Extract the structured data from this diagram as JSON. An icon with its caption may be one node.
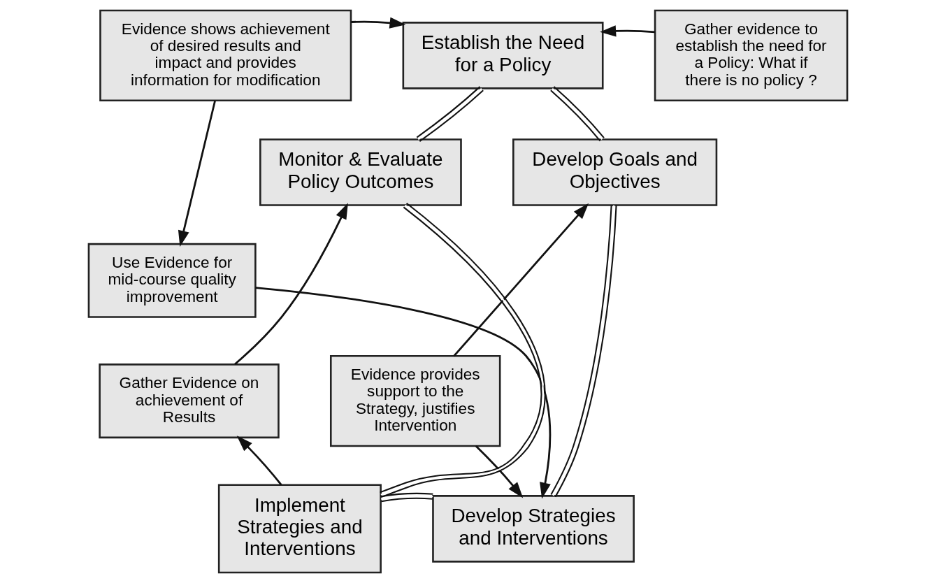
{
  "diagram": {
    "nodes": [
      {
        "text": [
          "Establish the Need for a Policy"
        ]
      },
      {
        "text": [
          "Develop Goals and Objectives"
        ]
      },
      {
        "text": [
          "Develop Strategies and Interventions"
        ]
      },
      {
        "text": [
          "Implement Strategies and Interventions"
        ]
      },
      {
        "text": [
          "Monitor & Evaluate Policy Outcomes"
        ]
      },
      {
        "text": [
          "Evidence shows achievement of desired results and impact and provides information for modification"
        ]
      },
      {
        "text": [
          "Gather evidence to establish the need for a Policy: What if there is no policy ?"
        ]
      },
      {
        "text": [
          "Use Evidence for mid-course quality improvement"
        ]
      },
      {
        "text": [
          "Evidence provides support to the Strategy, justifies Intervention"
        ]
      },
      {
        "text": [
          "Gather Evidence on achievement of Results"
        ]
      }
    ],
    "edges": [
      {
        "from": 0,
        "to": 1,
        "arrow": "none"
      },
      {
        "from": 1,
        "to": 2,
        "arrow": "none"
      },
      {
        "from": 2,
        "to": 3,
        "arrow": "none"
      },
      {
        "from": 3,
        "to": 4,
        "arrow": "none"
      },
      {
        "from": 4,
        "to": 0,
        "arrow": "none"
      },
      {
        "from": 5,
        "to": 0,
        "arrow": "to"
      },
      {
        "from": 6,
        "to": 0,
        "arrow": "to"
      },
      {
        "from": 5,
        "to": 7,
        "arrow": "to"
      },
      {
        "from": 7,
        "to": 2,
        "arrow": "to"
      },
      {
        "from": 8,
        "to": 1,
        "arrow": "to"
      },
      {
        "from": 8,
        "to": 2,
        "arrow": "to"
      },
      {
        "from": 3,
        "to": 9,
        "arrow": "to"
      },
      {
        "from": 9,
        "to": 4,
        "arrow": "to"
      }
    ]
  }
}
